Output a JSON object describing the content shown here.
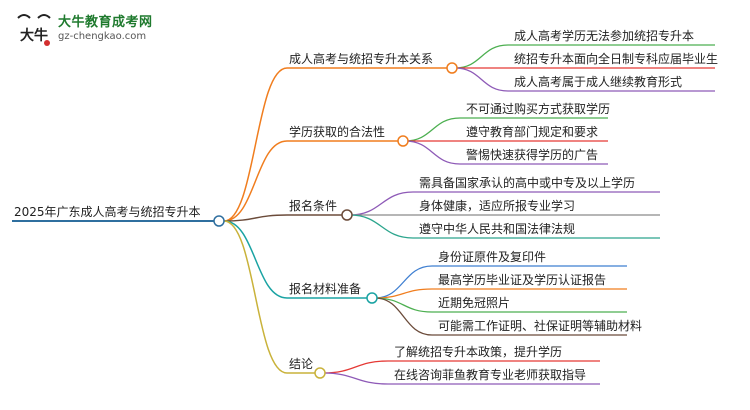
{
  "logo": {
    "brand": "大牛教育成考网",
    "url": "gz-chengkao.com",
    "mark_text": "大牛"
  },
  "diagram": {
    "root": {
      "label": "2025年广东成人高考与统招专升本",
      "color": "#2f6f9f"
    },
    "branches": [
      {
        "label": "成人高考与统招专升本关系",
        "color": "#f07d1e",
        "leaves": [
          {
            "label": "成人高考学历无法参加统招专升本",
            "color": "#4caf50"
          },
          {
            "label": "统招专升本面向全日制专科应届毕业生",
            "color": "#e53935"
          },
          {
            "label": "成人高考属于成人继续教育形式",
            "color": "#8e5ab7"
          }
        ]
      },
      {
        "label": "学历获取的合法性",
        "color": "#f07d1e",
        "leaves": [
          {
            "label": "不可通过购买方式获取学历",
            "color": "#4caf50"
          },
          {
            "label": "遵守教育部门规定和要求",
            "color": "#e53935"
          },
          {
            "label": "警惕快速获得学历的广告",
            "color": "#8e5ab7"
          }
        ]
      },
      {
        "label": "报名条件",
        "color": "#6b4b3a",
        "leaves": [
          {
            "label": "需具备国家承认的高中或中专及以上学历",
            "color": "#8e5ab7"
          },
          {
            "label": "身体健康，适应所报专业学习",
            "color": "#8a8a8a"
          },
          {
            "label": "遵守中华人民共和国法律法规",
            "color": "#2ca58d"
          }
        ]
      },
      {
        "label": "报名材料准备",
        "color": "#1aa3a3",
        "leaves": [
          {
            "label": "身份证原件及复印件",
            "color": "#3f7fd1"
          },
          {
            "label": "最高学历毕业证及学历认证报告",
            "color": "#f07d1e"
          },
          {
            "label": "近期免冠照片",
            "color": "#4caf50"
          },
          {
            "label": "可能需工作证明、社保证明等辅助材料",
            "color": "#6b4b3a"
          }
        ]
      },
      {
        "label": "结论",
        "color": "#c9b23a",
        "leaves": [
          {
            "label": "了解统招专升本政策，提升学历",
            "color": "#e53935"
          },
          {
            "label": "在线咨询菲鱼教育专业老师获取指导",
            "color": "#8e5ab7"
          }
        ]
      }
    ]
  }
}
